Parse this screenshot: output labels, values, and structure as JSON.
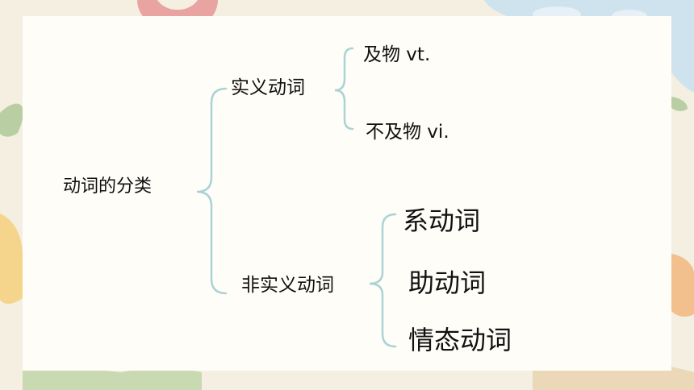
{
  "diagram": {
    "root": "动词的分类",
    "branches": [
      {
        "label": "实义动词",
        "children": [
          "及物 vt.",
          "不及物 vi."
        ]
      },
      {
        "label": "非实义动词",
        "children": [
          "系动词",
          "助动词",
          "情态动词"
        ]
      }
    ]
  },
  "colors": {
    "bracket": "#a9d3d5",
    "text": "#111111",
    "slide_background": "#fffdf8",
    "page_background": "#f4efe1"
  }
}
